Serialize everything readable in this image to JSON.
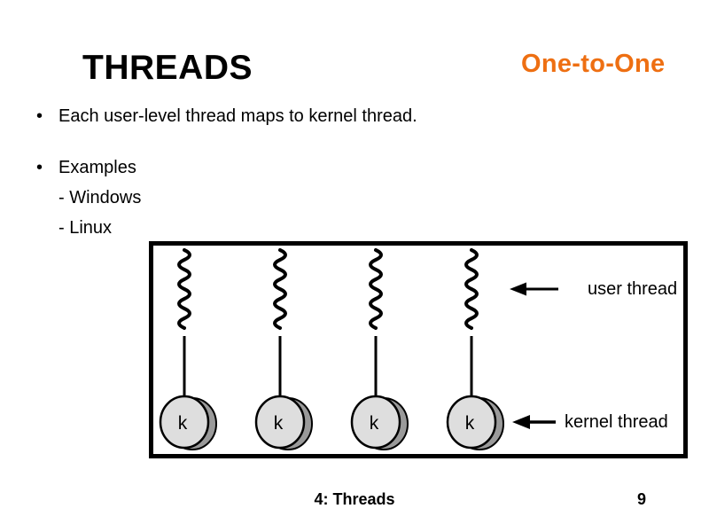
{
  "slide": {
    "title": "THREADS",
    "corner_label": "One-to-One",
    "bullet_char": "•",
    "bullets": [
      {
        "text": "Each user-level thread maps to kernel thread."
      },
      {
        "text": "Examples",
        "subitems": [
          "- Windows",
          "- Linux"
        ]
      }
    ],
    "footer": {
      "center": "4: Threads",
      "page_number": "9"
    }
  },
  "diagram": {
    "columns": 4,
    "k_label": "k",
    "user_thread_label": "user thread",
    "kernel_thread_label": "kernel thread",
    "colors": {
      "disk_front": "#dedede",
      "disk_side": "#9a9a9a",
      "stroke": "#000000"
    }
  },
  "colors": {
    "accent_orange": "#ee6f12",
    "text": "#000000",
    "background": "#ffffff"
  }
}
